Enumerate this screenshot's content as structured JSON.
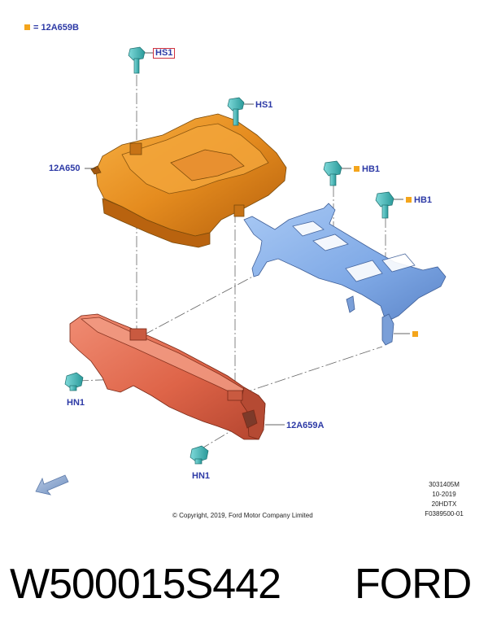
{
  "legend": {
    "symbol_color": "#f4a51c",
    "text": "= 12A659B"
  },
  "callouts": {
    "hs1_top_left": "HS1",
    "hs1_top_right": "HS1",
    "module": "12A650",
    "hb1_left": "HB1",
    "hb1_right": "HB1",
    "hn1_left": "HN1",
    "hn1_bottom": "HN1",
    "bracket": "12A659A"
  },
  "reference": {
    "code": "3031405M",
    "date": "10-2019",
    "variant": "20HDTX",
    "figure": "F0389500-01"
  },
  "copyright": "© Copyright, 2019, Ford Motor Company Limited",
  "footer": {
    "part_number": "W500015S442",
    "brand": "FORD"
  },
  "colors": {
    "callout_text": "#2d3aa6",
    "module_fill": "#e28a1e",
    "bracket_fill": "#e0684e",
    "heat_shield_fill": "#86b2ec",
    "fastener_fill": "#3fb8b8",
    "highlight_border": "#d0313d"
  }
}
